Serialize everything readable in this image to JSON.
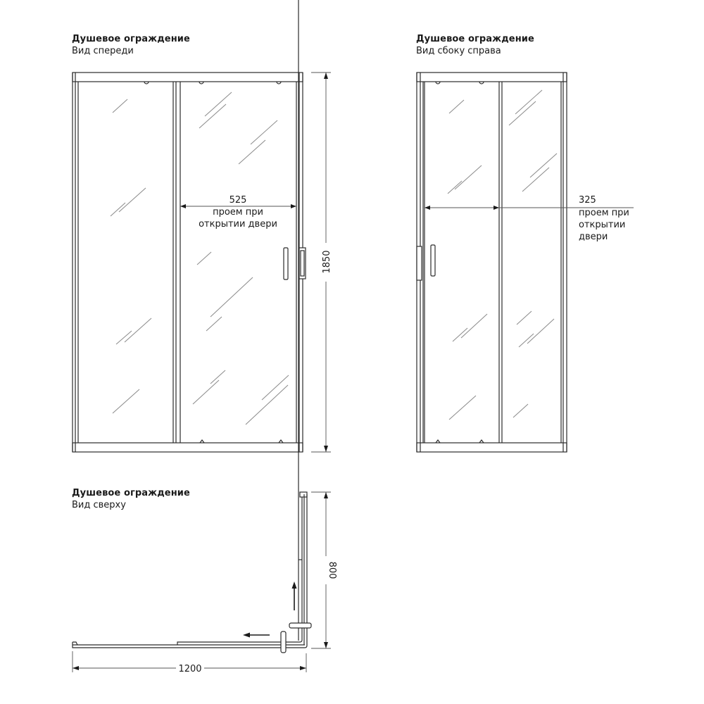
{
  "views": {
    "front": {
      "title": "Душевое ограждение",
      "subtitle": "Вид спереди",
      "height_dim": "1850",
      "opening_dim": "525",
      "opening_label_1": "проем при",
      "opening_label_2": "открытии двери"
    },
    "side": {
      "title": "Душевое ограждение",
      "subtitle": "Вид сбоку справа",
      "opening_dim": "325",
      "opening_label_1": "проем при",
      "opening_label_2": "открытии",
      "opening_label_3": "двери"
    },
    "top": {
      "title": "Душевое ограждение",
      "subtitle": "Вид сверху",
      "width_dim": "1200",
      "depth_dim": "800"
    }
  },
  "colors": {
    "line": "#2b2b2b",
    "reflection": "#8a8a8a",
    "background": "#ffffff"
  }
}
